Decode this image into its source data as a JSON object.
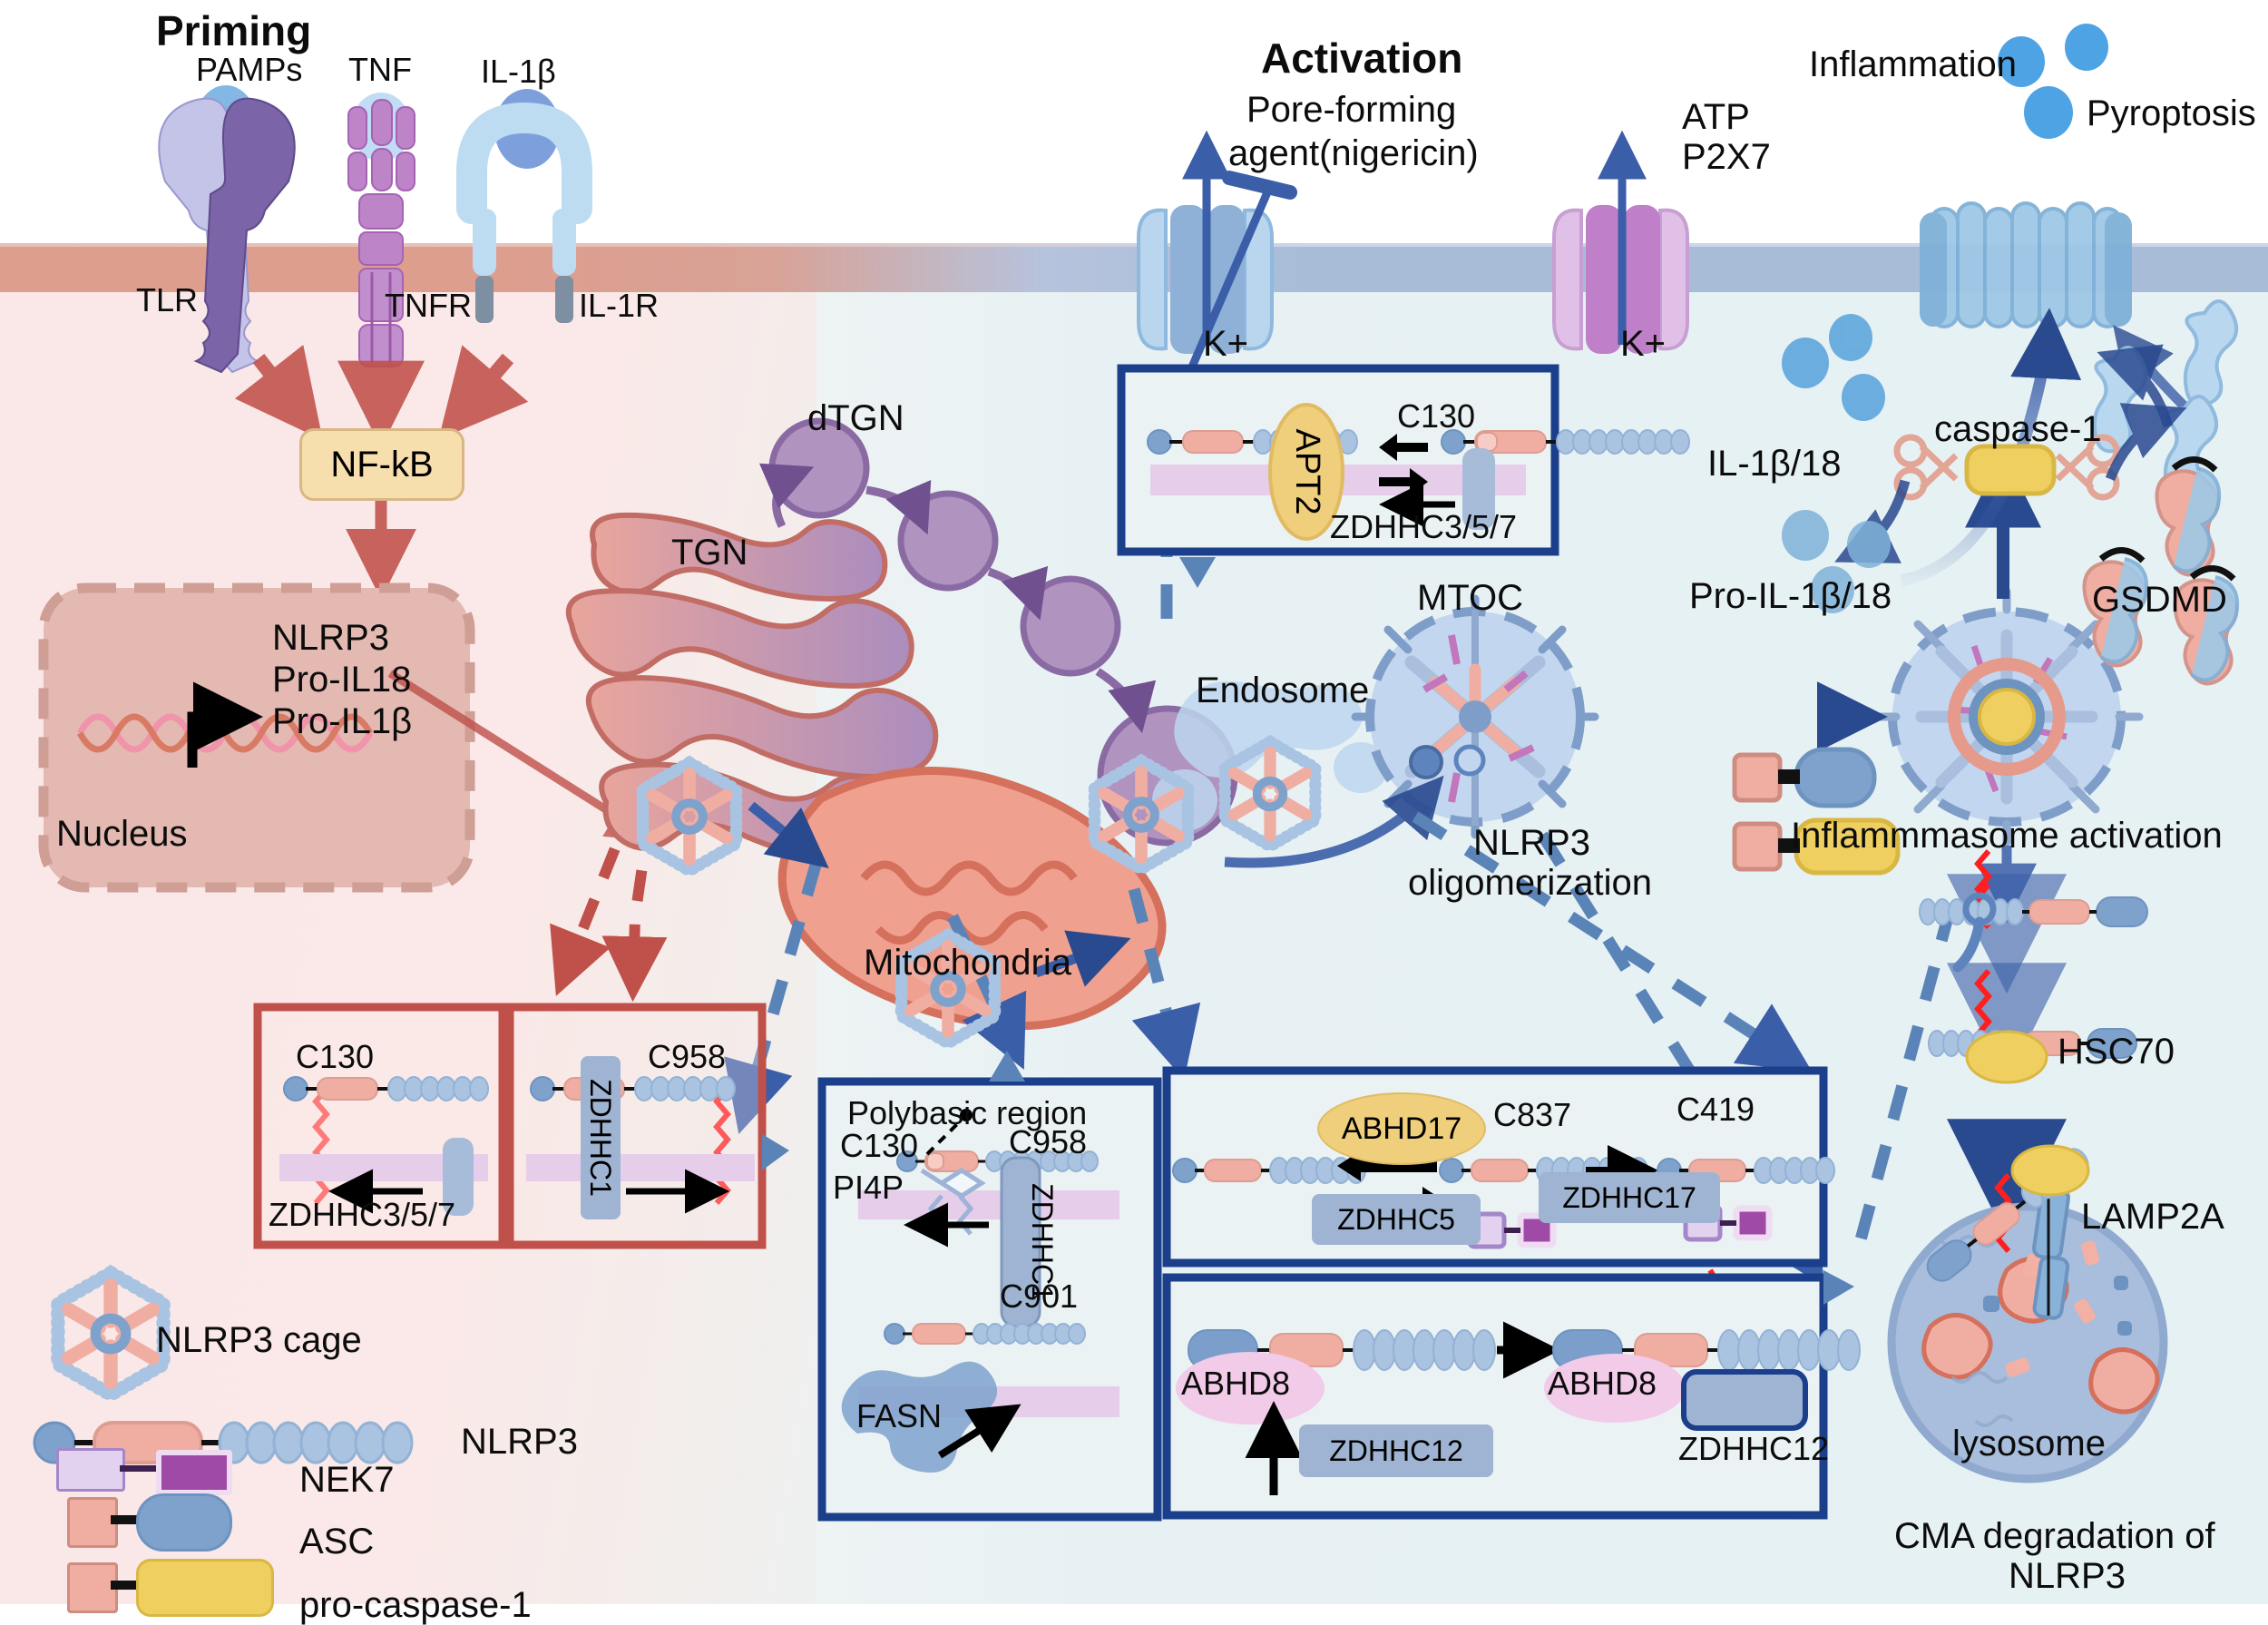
{
  "figure": {
    "type": "pathway-diagram",
    "subject": "NLRP3 inflammasome priming and activation with S-palmitoylation regulation"
  },
  "headings": {
    "priming": "Priming",
    "activation": "Activation"
  },
  "priming": {
    "ligands": [
      "PAMPs",
      "TNF",
      "IL-1β"
    ],
    "receptors": [
      "TLR",
      "TNFR",
      "IL-1R"
    ],
    "nfkb": "NF-kB",
    "nucleus_label": "Nucleus",
    "genes": [
      "NLRP3",
      "Pro-IL18",
      "Pro-IL1β"
    ]
  },
  "organelles": {
    "tgn": "TGN",
    "dtgn": "dTGN",
    "mitochondria": "Mitochondria",
    "endosome": "Endosome",
    "mtoc": "MTOC",
    "oligomerization": "NLRP3\noligomerization",
    "oligomerization_l1": "NLRP3",
    "oligomerization_l2": "oligomerization",
    "inflammasome": "Inflammmasome activation",
    "lysosome": "lysosome",
    "cma_l1": "CMA degradation of",
    "cma_l2": "NLRP3"
  },
  "activation": {
    "pore_l1": "Pore-forming",
    "pore_l2": "agent(nigericin)",
    "atp_l1": "ATP",
    "atp_l2": "P2X7",
    "k_left": "K+",
    "k_right": "K+",
    "inflammation": "Inflammation",
    "pyroptosis": "Pyroptosis",
    "caspase1": "caspase-1",
    "il_mature": "IL-1β/18",
    "il_pro": "Pro-IL-1β/18",
    "gsdmd": "GSDMD",
    "hsc70": "HSC70",
    "lamp2a": "LAMP2A"
  },
  "panel_apt2": {
    "enzyme": "APT2",
    "cys": "C130",
    "zdhhc": "ZDHHC3/5/7"
  },
  "panel_red_left": {
    "cys": "C130",
    "zdhhc": "ZDHHC3/5/7"
  },
  "panel_red_right": {
    "cys": "C958",
    "zdhhc": "ZDHHC1"
  },
  "panel_polybasic": {
    "title": "Polybasic region",
    "cys_left": "C130",
    "cys_right": "C958",
    "pi4p": "PI4P",
    "zdhhc": "ZDHHC1",
    "cys_bottom": "C901",
    "fasn": "FASN"
  },
  "panel_abhd17": {
    "abhd17": "ABHD17",
    "zdhhc5": "ZDHHC5",
    "cys1": "C837",
    "cys2": "C419",
    "zdhhc17": "ZDHHC17"
  },
  "panel_abhd8": {
    "abhd8_left": "ABHD8",
    "abhd8_right": "ABHD8",
    "zdhhc12_left": "ZDHHC12",
    "zdhhc12_right": "ZDHHC12"
  },
  "legend": {
    "items": [
      {
        "key": "cage",
        "label": "NLRP3 cage"
      },
      {
        "key": "nlrp3",
        "label": "NLRP3"
      },
      {
        "key": "nek7",
        "label": "NEK7"
      },
      {
        "key": "asc",
        "label": "ASC"
      },
      {
        "key": "procasp1",
        "label": "pro-caspase-1"
      }
    ]
  },
  "colors": {
    "priming_arrow": "#c0504a",
    "activation_arrow": "#3b5ea8",
    "red_box_border": "#c0504a",
    "blue_box_border": "#1b3f8b",
    "palmitoyl": "#ff1f1f",
    "membrane_left": "#dd9e8e",
    "membrane_right": "#a8bcd8",
    "nfkb_fill": "#f7dfad",
    "nucleus_fill": "#e3b9b1",
    "tgn_fill": "#e0a9a2",
    "dtgn_fill": "#b093bf",
    "nlrp3_pyd": "#7ea2cc",
    "nlrp3_nacht": "#f0aea3",
    "nlrp3_lrr": "#aac3e0",
    "caspase_yellow": "#efcf60",
    "nek7_purple": "#a04aa8",
    "lysosome_fill": "#a9bedc"
  }
}
